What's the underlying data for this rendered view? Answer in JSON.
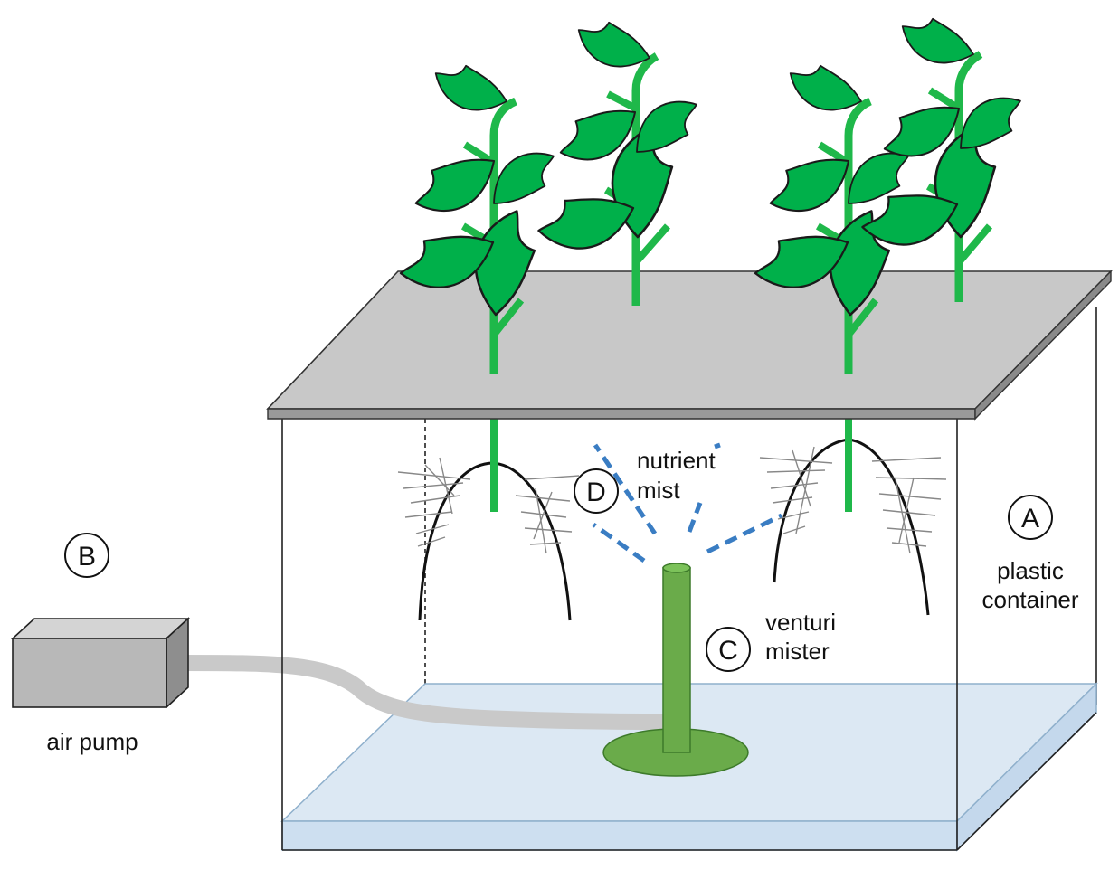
{
  "labels": {
    "a": {
      "letter": "A",
      "line1": "plastic",
      "line2": "container"
    },
    "b": {
      "letter": "B",
      "text": "air pump"
    },
    "c": {
      "letter": "C",
      "line1": "venturi",
      "line2": "mister"
    },
    "d": {
      "letter": "D",
      "line1": "nutrient",
      "line2": "mist"
    }
  },
  "colors": {
    "leaf": "#00b04a",
    "stem": "#1fb84a",
    "lid": "#c8c8c8",
    "water": "#dce8f3",
    "mister": "#6aab4a",
    "mist": "#3a7dc3",
    "pump": "#b8b8b8",
    "tube": "#c9c9c9"
  }
}
